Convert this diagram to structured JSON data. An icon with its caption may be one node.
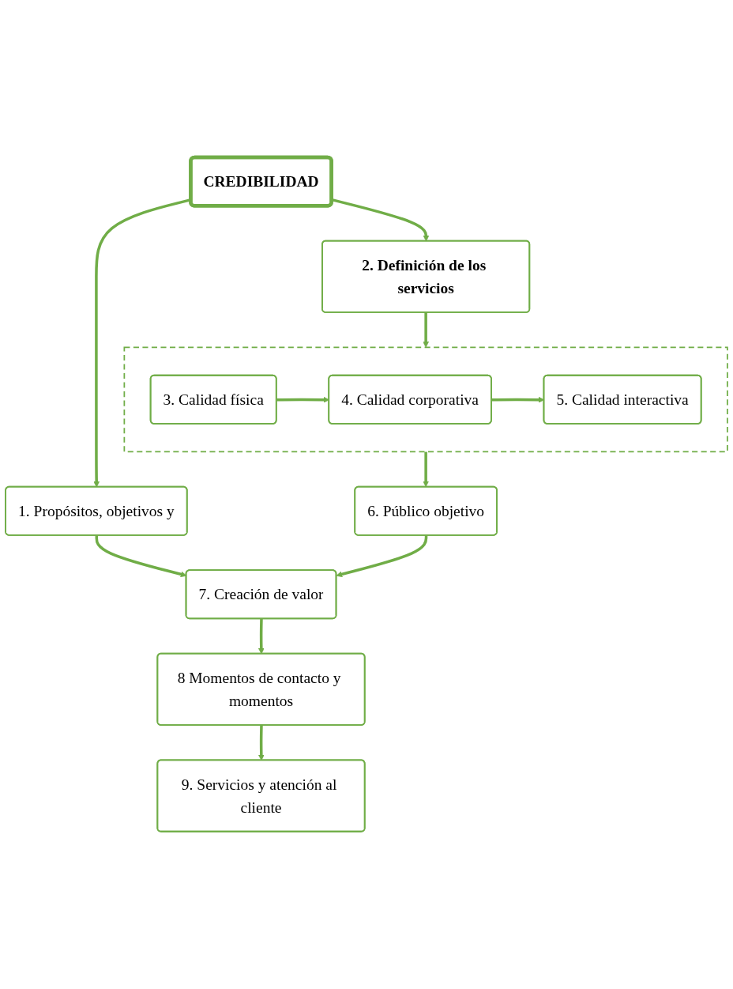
{
  "diagram": {
    "nodes": [
      {
        "text": [
          "CREDIBILIDAD"
        ]
      },
      {
        "text": [
          "1. Propósitos, objetivos y"
        ]
      },
      {
        "text": [
          "2. Definición de los servicios"
        ]
      },
      {
        "text": [],
        "shape": "box"
      },
      {
        "text": [
          "3. Calidad física"
        ],
        "in": 3
      },
      {
        "text": [
          "4. Calidad corporativa"
        ],
        "in": 3
      },
      {
        "text": [
          "5. Calidad interactiva"
        ],
        "in": 3
      },
      {
        "text": [
          "6. Público objetivo"
        ]
      },
      {
        "text": [
          "7. Creación de valor"
        ]
      },
      {
        "text": [
          "8 Momentos de contacto y momentos"
        ]
      },
      {
        "text": [
          "9. Servicios y atención al cliente"
        ]
      }
    ],
    "edges": [
      {
        "from": 0,
        "to": 1,
        "arrow": "to"
      },
      {
        "from": 0,
        "to": 2,
        "arrow": "to"
      },
      {
        "from": 2,
        "to": 3,
        "arrow": "to"
      },
      {
        "from": 4,
        "to": 5,
        "arrow": "to"
      },
      {
        "from": 5,
        "to": 6,
        "arrow": "to"
      },
      {
        "from": 3,
        "to": 7,
        "arrow": "to"
      },
      {
        "from": 1,
        "to": 8,
        "arrow": "to"
      },
      {
        "from": 7,
        "to": 8,
        "arrow": "to"
      },
      {
        "from": 8,
        "to": 9,
        "arrow": "to"
      },
      {
        "from": 9,
        "to": 10,
        "arrow": "to"
      }
    ]
  }
}
